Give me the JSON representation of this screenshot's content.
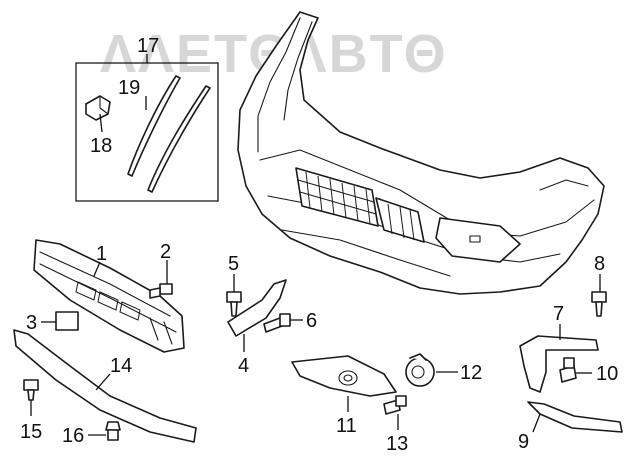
{
  "watermark": {
    "text": "ΛΛΕΤΘΛΒΤΘ"
  },
  "callouts": [
    {
      "id": "17",
      "label": "17"
    },
    {
      "id": "19",
      "label": "19"
    },
    {
      "id": "18",
      "label": "18"
    },
    {
      "id": "1",
      "label": "1"
    },
    {
      "id": "2",
      "label": "2"
    },
    {
      "id": "3",
      "label": "3"
    },
    {
      "id": "14",
      "label": "14"
    },
    {
      "id": "15",
      "label": "15"
    },
    {
      "id": "16",
      "label": "16"
    },
    {
      "id": "5",
      "label": "5"
    },
    {
      "id": "6",
      "label": "6"
    },
    {
      "id": "4",
      "label": "4"
    },
    {
      "id": "8",
      "label": "8"
    },
    {
      "id": "7",
      "label": "7"
    },
    {
      "id": "10",
      "label": "10"
    },
    {
      "id": "9",
      "label": "9"
    },
    {
      "id": "12",
      "label": "12"
    },
    {
      "id": "11",
      "label": "11"
    },
    {
      "id": "13",
      "label": "13"
    }
  ]
}
